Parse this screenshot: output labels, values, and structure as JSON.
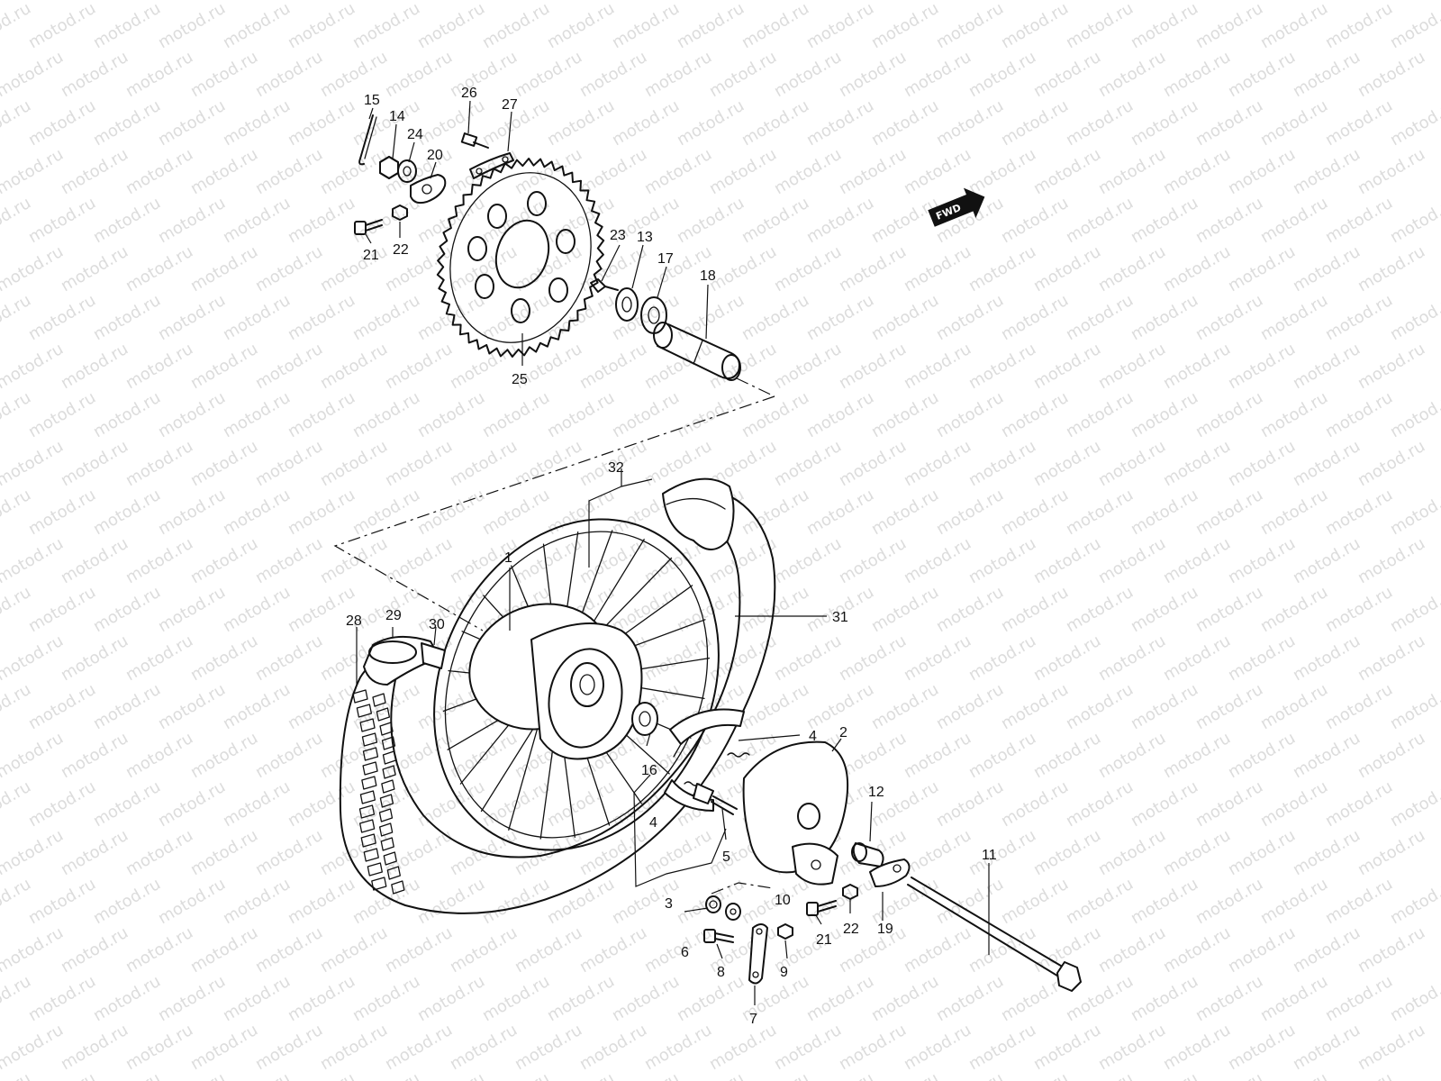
{
  "watermark": {
    "text": "motod.ru"
  },
  "fwd_badge": {
    "label": "FWD"
  },
  "callouts": [
    {
      "id": "15",
      "text": "15"
    },
    {
      "id": "14",
      "text": "14"
    },
    {
      "id": "24",
      "text": "24"
    },
    {
      "id": "20",
      "text": "20"
    },
    {
      "id": "21a",
      "text": "21"
    },
    {
      "id": "22a",
      "text": "22"
    },
    {
      "id": "26",
      "text": "26"
    },
    {
      "id": "27",
      "text": "27"
    },
    {
      "id": "23",
      "text": "23"
    },
    {
      "id": "13",
      "text": "13"
    },
    {
      "id": "17",
      "text": "17"
    },
    {
      "id": "18",
      "text": "18"
    },
    {
      "id": "25",
      "text": "25"
    },
    {
      "id": "32",
      "text": "32"
    },
    {
      "id": "1",
      "text": "1"
    },
    {
      "id": "31",
      "text": "31"
    },
    {
      "id": "28",
      "text": "28"
    },
    {
      "id": "29",
      "text": "29"
    },
    {
      "id": "30",
      "text": "30"
    },
    {
      "id": "16",
      "text": "16"
    },
    {
      "id": "4a",
      "text": "4"
    },
    {
      "id": "2",
      "text": "2"
    },
    {
      "id": "4b",
      "text": "4"
    },
    {
      "id": "12",
      "text": "12"
    },
    {
      "id": "5",
      "text": "5"
    },
    {
      "id": "11",
      "text": "11"
    },
    {
      "id": "3",
      "text": "3"
    },
    {
      "id": "10",
      "text": "10"
    },
    {
      "id": "21b",
      "text": "21"
    },
    {
      "id": "22b",
      "text": "22"
    },
    {
      "id": "19",
      "text": "19"
    },
    {
      "id": "6",
      "text": "6"
    },
    {
      "id": "8",
      "text": "8"
    },
    {
      "id": "9",
      "text": "9"
    },
    {
      "id": "7",
      "text": "7"
    }
  ]
}
